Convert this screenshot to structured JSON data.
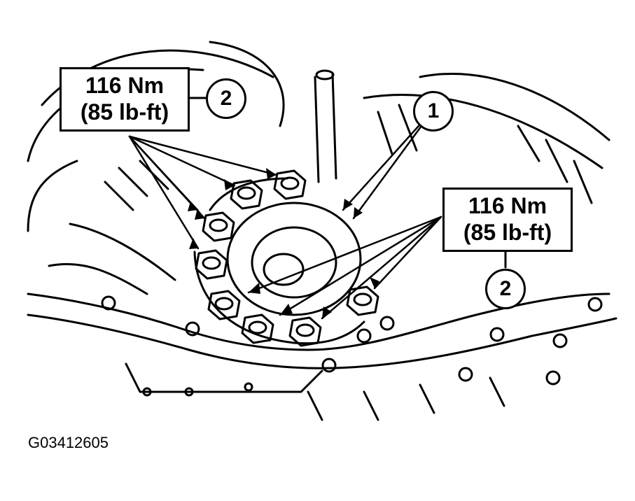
{
  "torque_labels": [
    {
      "value": "116 Nm",
      "imperial": "(85 lb-ft)"
    },
    {
      "value": "116 Nm",
      "imperial": "(85 lb-ft)"
    }
  ],
  "callouts": [
    "1",
    "2",
    "2"
  ],
  "figure_id": "G03412605"
}
